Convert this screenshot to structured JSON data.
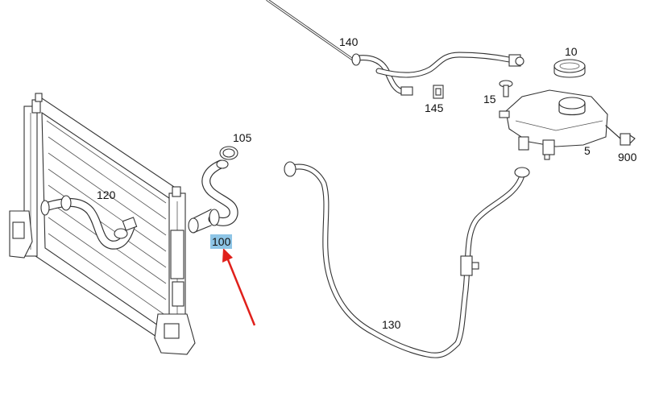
{
  "callouts": [
    {
      "id": "part-140",
      "text": "140"
    },
    {
      "id": "part-10",
      "text": "10"
    },
    {
      "id": "part-15",
      "text": "15"
    },
    {
      "id": "part-145",
      "text": "145"
    },
    {
      "id": "part-105",
      "text": "105"
    },
    {
      "id": "part-120",
      "text": "120"
    },
    {
      "id": "part-100",
      "text": "100",
      "highlighted": true
    },
    {
      "id": "part-5",
      "text": "5"
    },
    {
      "id": "part-900",
      "text": "900"
    },
    {
      "id": "part-130",
      "text": "130"
    }
  ],
  "colors": {
    "highlight": "#8ec5e6",
    "arrow": "#e0201b",
    "line": "#333333"
  }
}
